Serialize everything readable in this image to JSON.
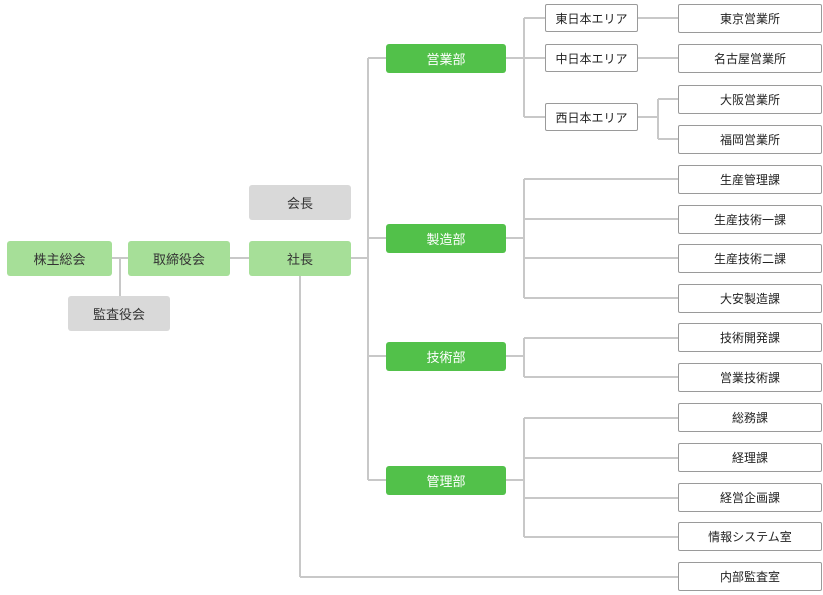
{
  "colors": {
    "top_green": "#a6df98",
    "gray": "#d9d9d9",
    "dept_green": "#52c14a",
    "line": "#c8c8c8",
    "unit_border": "#9a9a9a"
  },
  "top": {
    "shareholders": "株主総会",
    "board": "取締役会",
    "auditors": "監査役会",
    "chairman": "会長",
    "president": "社長"
  },
  "depts": {
    "sales": "営業部",
    "mfg": "製造部",
    "tech": "技術部",
    "admin": "管理部"
  },
  "areas": {
    "east": "東日本エリア",
    "central": "中日本エリア",
    "west": "西日本エリア"
  },
  "units": {
    "tokyo": "東京営業所",
    "nagoya": "名古屋営業所",
    "osaka": "大阪営業所",
    "fukuoka": "福岡営業所",
    "prod_mgmt": "生産管理課",
    "prod_tech1": "生産技術一課",
    "prod_tech2": "生産技術二課",
    "daian": "大安製造課",
    "tech_dev": "技術開発課",
    "sales_tech": "営業技術課",
    "general": "総務課",
    "accounting": "経理課",
    "planning": "経営企画課",
    "infosys": "情報システム室",
    "audit": "内部監査室"
  }
}
